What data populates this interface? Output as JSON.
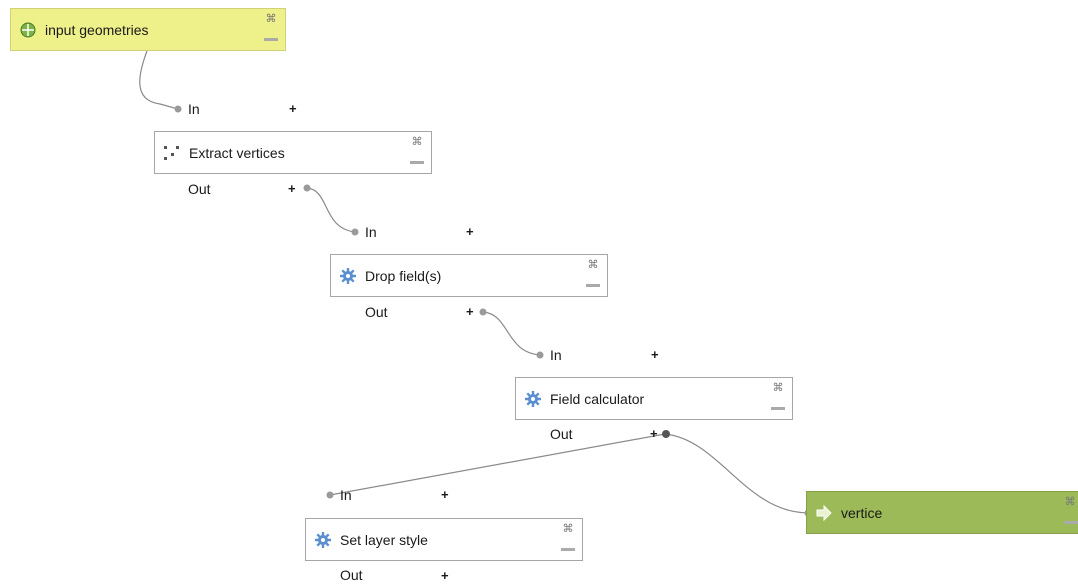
{
  "nodes": {
    "input_geometries": {
      "label": "input geometries",
      "type": "input",
      "icon": "vector-layer-icon",
      "color": "#eef08a"
    },
    "extract_vertices": {
      "label": "Extract vertices",
      "icon": "vertices-icon"
    },
    "drop_fields": {
      "label": "Drop field(s)",
      "icon": "gear-icon"
    },
    "field_calculator": {
      "label": "Field calculator",
      "icon": "gear-icon"
    },
    "set_layer_style": {
      "label": "Set layer style",
      "icon": "gear-icon"
    },
    "vertice": {
      "label": "vertice",
      "type": "output",
      "icon": "output-arrow-icon",
      "color": "#9cba58"
    }
  },
  "ports": {
    "in_label": "In",
    "out_label": "Out",
    "plus": "+"
  },
  "node_controls": {
    "close_glyph": "⌘"
  },
  "colors": {
    "wire": "#8a8a8a",
    "port_dot": "#9a9a9a",
    "gear": "#5b8fd0"
  }
}
